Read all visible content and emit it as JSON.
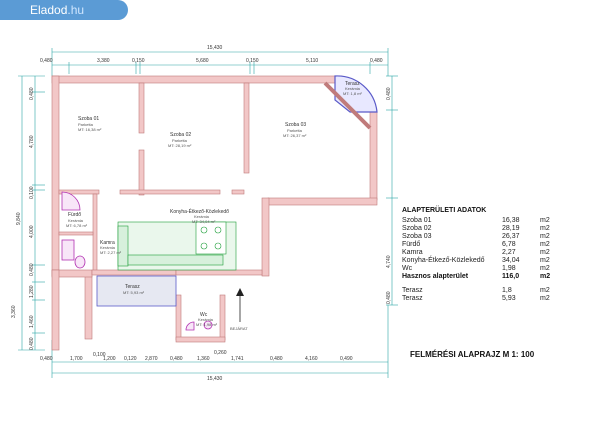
{
  "brand": {
    "name": "Eladod",
    "suffix": ".hu"
  },
  "dimensions": {
    "top_total": "15,430",
    "top_segments": [
      "0,480",
      "3,380",
      "0,150",
      "5,680",
      "0,150",
      "5,110",
      "0,480"
    ],
    "bottom_total": "15,430",
    "bottom_segments": [
      "0,480",
      "1,700",
      "1,200",
      "0,120",
      "2,870",
      "0,480",
      "1,360",
      "1,741",
      "0,480",
      "4,160",
      "0,490"
    ],
    "bottom_small": [
      "0,100",
      "0,260"
    ],
    "left_total": "9,840",
    "left_segments": [
      "0,480",
      "4,780",
      "0,100",
      "4,000",
      "0,480",
      "1,280",
      "3,360",
      "1,460",
      "0,480"
    ],
    "right_segments": [
      "0,480",
      "4,740",
      "0,480"
    ]
  },
  "rooms": [
    {
      "name": "Szoba 01",
      "floor": "Parketta",
      "area": "MT: 16,38 m²"
    },
    {
      "name": "Szoba 02",
      "floor": "Parketta",
      "area": "MT: 28,19 m²"
    },
    {
      "name": "Szoba 03",
      "floor": "Parketta",
      "area": "MT: 26,37 m²"
    },
    {
      "name": "Fürdő",
      "floor": "Kerámia",
      "area": "MT: 6,78 m²"
    },
    {
      "name": "Kamra",
      "floor": "Kerámia",
      "area": "MT: 2,27 m²"
    },
    {
      "name": "Konyha-Étkező-Közlekedő",
      "floor": "Kerámia",
      "area": "MT: 34,04 m²"
    },
    {
      "name": "Terasz",
      "floor": "",
      "area": "MT: 5,93 m²"
    },
    {
      "name": "Terasz",
      "floor": "Kerámia",
      "area": "MT: 1,8 m²"
    },
    {
      "name": "Wc",
      "floor": "Kerámia",
      "area": "MT: 1,98 m²"
    }
  ],
  "labels": {
    "entrance": "BEJÁRAT",
    "plan_title": "FELMÉRÉSI ALAPRAJZ M 1: 100"
  },
  "table": {
    "heading": "ALAPTERÜLETI ADATOK",
    "rows": [
      {
        "name": "Szoba 01",
        "value": "16,38",
        "unit": "m2"
      },
      {
        "name": "Szoba 02",
        "value": "28,19",
        "unit": "m2"
      },
      {
        "name": "Szoba 03",
        "value": "26,37",
        "unit": "m2"
      },
      {
        "name": "Fürdő",
        "value": "6,78",
        "unit": "m2"
      },
      {
        "name": "Kamra",
        "value": "2,27",
        "unit": "m2"
      },
      {
        "name": "Konyha-Étkező-Közlekedő",
        "value": "34,04",
        "unit": "m2"
      },
      {
        "name": "Wc",
        "value": "1,98",
        "unit": "m2"
      }
    ],
    "total": {
      "name": "Hasznos alapterület",
      "value": "116,0",
      "unit": "m2"
    },
    "extra": [
      {
        "name": "Terasz",
        "value": "1,8",
        "unit": "m2"
      },
      {
        "name": "Terasz",
        "value": "5,93",
        "unit": "m2"
      }
    ]
  },
  "colors": {
    "wall": "#f2c7c7",
    "wall_edge": "#c07b7b",
    "dim": "#2aa6a6",
    "kitchen": "#1f9f3a",
    "bath": "#b233b2",
    "terrace": "#5a5ac8"
  }
}
